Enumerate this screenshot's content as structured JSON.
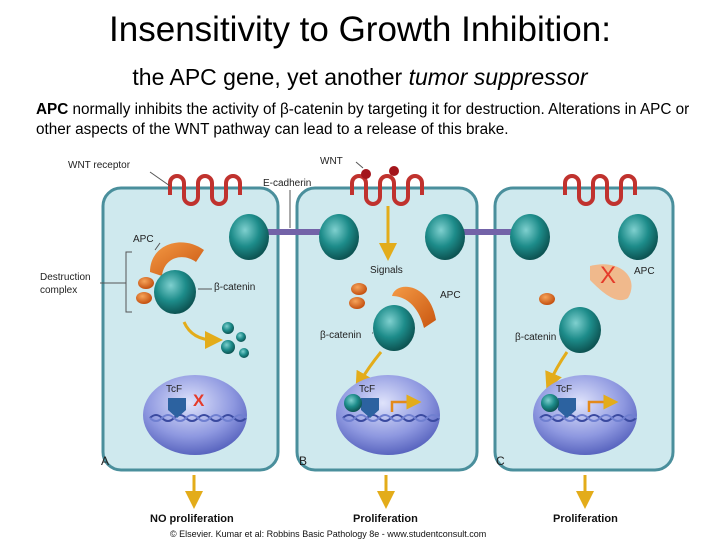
{
  "title": "Insensitivity to Growth Inhibition:",
  "subtitle": {
    "plain": "the APC gene, yet another ",
    "italic": "tumor suppressor"
  },
  "description": {
    "bold_lead": "APC",
    "text": " normally inhibits the activity of β-catenin by targeting it for destruction. Alterations in APC or other aspects of the WNT pathway can lead to a release of this brake."
  },
  "figure": {
    "labels": {
      "wnt_receptor": "WNT receptor",
      "wnt": "WNT",
      "e_cadherin": "E-cadherin",
      "apc": "APC",
      "destruction_line1": "Destruction",
      "destruction_line2": "complex",
      "beta_catenin": "β-catenin",
      "signals": "Signals",
      "tcf": "TcF",
      "x_mark": "X"
    },
    "panels": [
      "A",
      "B",
      "C"
    ],
    "outcomes": [
      "NO proliferation",
      "Proliferation",
      "Proliferation"
    ],
    "copyright": "© Elsevier. Kumar et al: Robbins Basic Pathology 8e - www.studentconsult.com"
  },
  "colors": {
    "cell_fill": "#cfe9ee",
    "cell_border": "#4a8f9c",
    "membrane_wave": "#c0322e",
    "teal": "#1d8c8a",
    "orange": "#e5701e",
    "arrow": "#e3ac1a",
    "nucleus": "#7a86d6",
    "x_red": "#e53b2a"
  }
}
